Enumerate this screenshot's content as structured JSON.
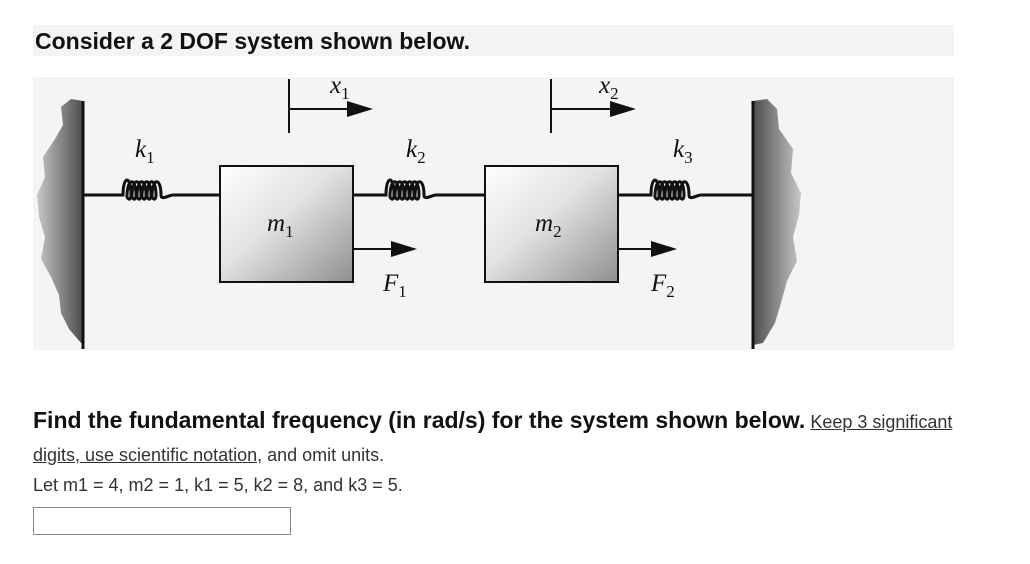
{
  "heading": "Consider a 2 DOF system shown below.",
  "figure": {
    "displacement_labels": [
      {
        "symbol": "x",
        "subscript": "1"
      },
      {
        "symbol": "x",
        "subscript": "2"
      }
    ],
    "springs": [
      {
        "symbol": "k",
        "subscript": "1"
      },
      {
        "symbol": "k",
        "subscript": "2"
      },
      {
        "symbol": "k",
        "subscript": "3"
      }
    ],
    "masses": [
      {
        "symbol": "m",
        "subscript": "1"
      },
      {
        "symbol": "m",
        "subscript": "2"
      }
    ],
    "forces": [
      {
        "symbol": "F",
        "subscript": "1"
      },
      {
        "symbol": "F",
        "subscript": "2"
      }
    ]
  },
  "question": {
    "bold_text": "Find the fundamental frequency (in rad/s) for the system shown below.",
    "link_text": "Keep 3 significant digits, use scientific notation,",
    "trailing_text": " and omit units."
  },
  "given": "Let m1 = 4, m2 = 1, k1 = 5, k2 = 8, and k3 = 5.",
  "answer": {
    "value": "",
    "placeholder": ""
  }
}
